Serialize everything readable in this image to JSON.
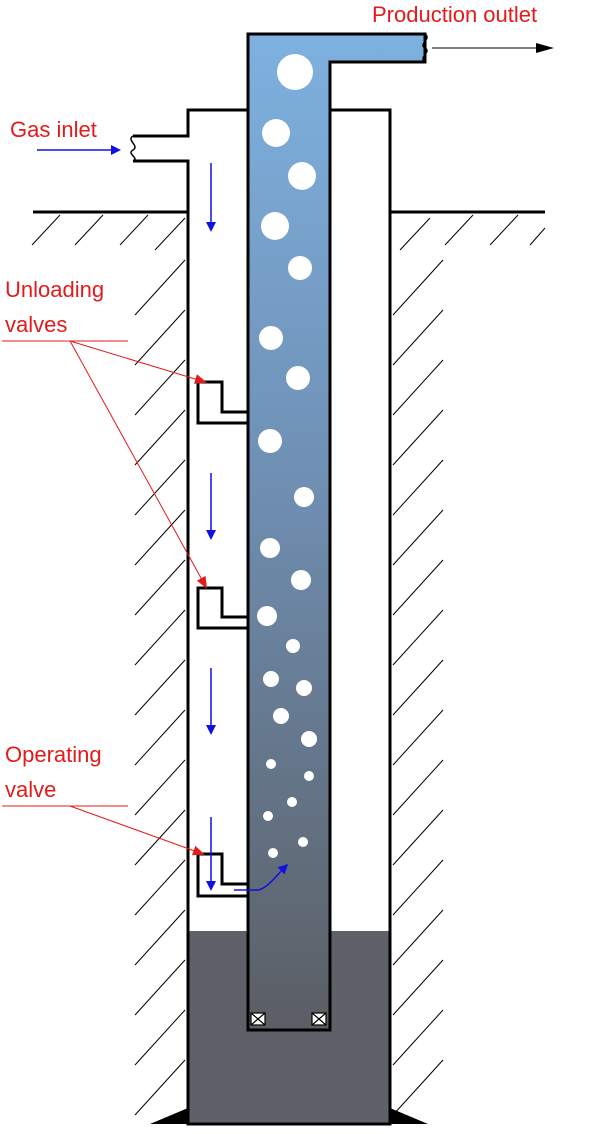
{
  "labels": {
    "production_outlet": "Production outlet",
    "gas_inlet": "Gas inlet",
    "unloading_line1": "Unloading",
    "unloading_line2": "valves",
    "operating_line1": "Operating",
    "operating_line2": "valve"
  },
  "colors": {
    "label_red": "#e21b1b",
    "flow_arrow_blue": "#1010e0",
    "tubing_top": "#7eb1e0",
    "tubing_bottom": "#5b5e63",
    "liquid": "#5e6268",
    "outline": "#000000"
  }
}
